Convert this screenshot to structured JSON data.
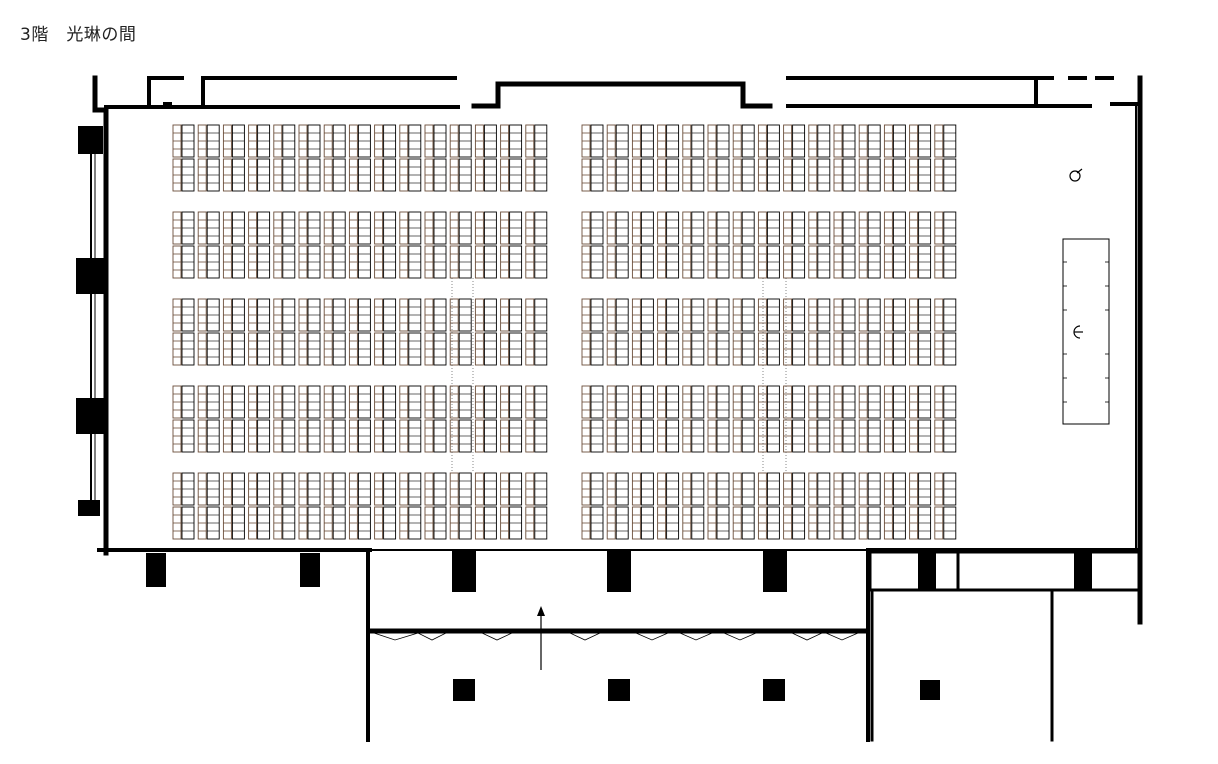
{
  "title": "3階　光琳の間",
  "layout": {
    "seat_blocks": {
      "rows": 5,
      "desk_columns_per_side": 15,
      "desks_per_block_column": 2,
      "chairs_per_desk": 4,
      "sides": 2
    },
    "podium_icons": [
      "lectern-icon",
      "lectern-icon"
    ],
    "entrance": "arrow-up-icon",
    "colors": {
      "wall": "#000000",
      "chair": "#6b4e3a",
      "desk": "#ffffff",
      "line": "#000000"
    }
  }
}
